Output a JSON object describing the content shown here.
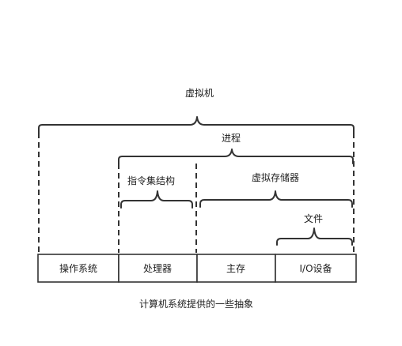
{
  "labels": {
    "virtual_machine": "虚拟机",
    "process": "进程",
    "instruction_set": "指令集结构",
    "virtual_memory": "虚拟存储器",
    "file": "文件"
  },
  "boxes": [
    "操作系统",
    "处理器",
    "主存",
    "I/O设备"
  ],
  "caption": "计算机系统提供的一些抽象"
}
